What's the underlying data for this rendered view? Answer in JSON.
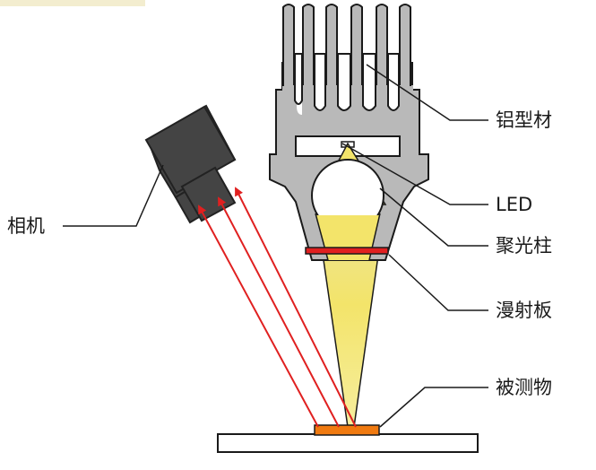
{
  "diagram": {
    "labels": {
      "aluminum_profile": "铝型材",
      "led": "LED",
      "light_rod": "聚光柱",
      "diffuser": "漫射板",
      "object": "被测物",
      "camera": "相机"
    },
    "colors": {
      "housing": "#b9b9b9",
      "outline": "#1a1a1a",
      "camera": "#444444",
      "light_beam": "#f3e46a",
      "diffuser": "#e02020",
      "object": "#f07a10",
      "rays": "#e02020",
      "base": "#ffffff"
    }
  }
}
